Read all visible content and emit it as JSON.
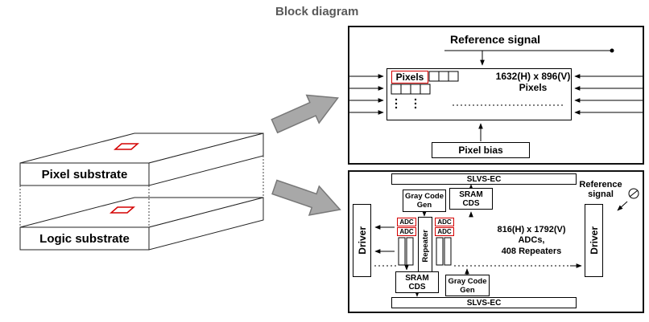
{
  "title": "Block diagram",
  "colors": {
    "accent_red": "#d40000",
    "block_arrow_fill": "#a8a8a8",
    "block_arrow_stroke": "#787878",
    "title_gray": "#595959",
    "line_black": "#000000"
  },
  "icons": {
    "reference_clock": "circle-slash"
  },
  "substrate_stack": {
    "pixel_substrate_label": "Pixel substrate",
    "logic_substrate_label": "Logic substrate"
  },
  "pixel_diagram": {
    "reference_signal_label": "Reference signal",
    "pixels_label": "Pixels",
    "array_size_line1": "1632(H) x 896(V)",
    "array_size_line2": "Pixels",
    "pixel_bias_label": "Pixel bias"
  },
  "logic_diagram": {
    "slvs_ec_top_label": "SLVS-EC",
    "slvs_ec_bottom_label": "SLVS-EC",
    "reference_signal_line1": "Reference",
    "reference_signal_line2": "signal",
    "driver_left_label": "Driver",
    "driver_right_label": "Driver",
    "gray_code_gen_top_line1": "Gray Code",
    "gray_code_gen_top_line2": "Gen",
    "sram_cds_top_line1": "SRAM",
    "sram_cds_top_line2": "CDS",
    "repeater_label": "Repeater",
    "adc_labels": [
      "ADC",
      "ADC",
      "ADC",
      "ADC"
    ],
    "array_size_line1": "816(H) x 1792(V)",
    "array_size_line2": "ADCs,",
    "array_size_line3": "408 Repeaters",
    "sram_cds_bottom_line1": "SRAM",
    "sram_cds_bottom_line2": "CDS",
    "gray_code_gen_bottom_line1": "Gray Code",
    "gray_code_gen_bottom_line2": "Gen"
  }
}
